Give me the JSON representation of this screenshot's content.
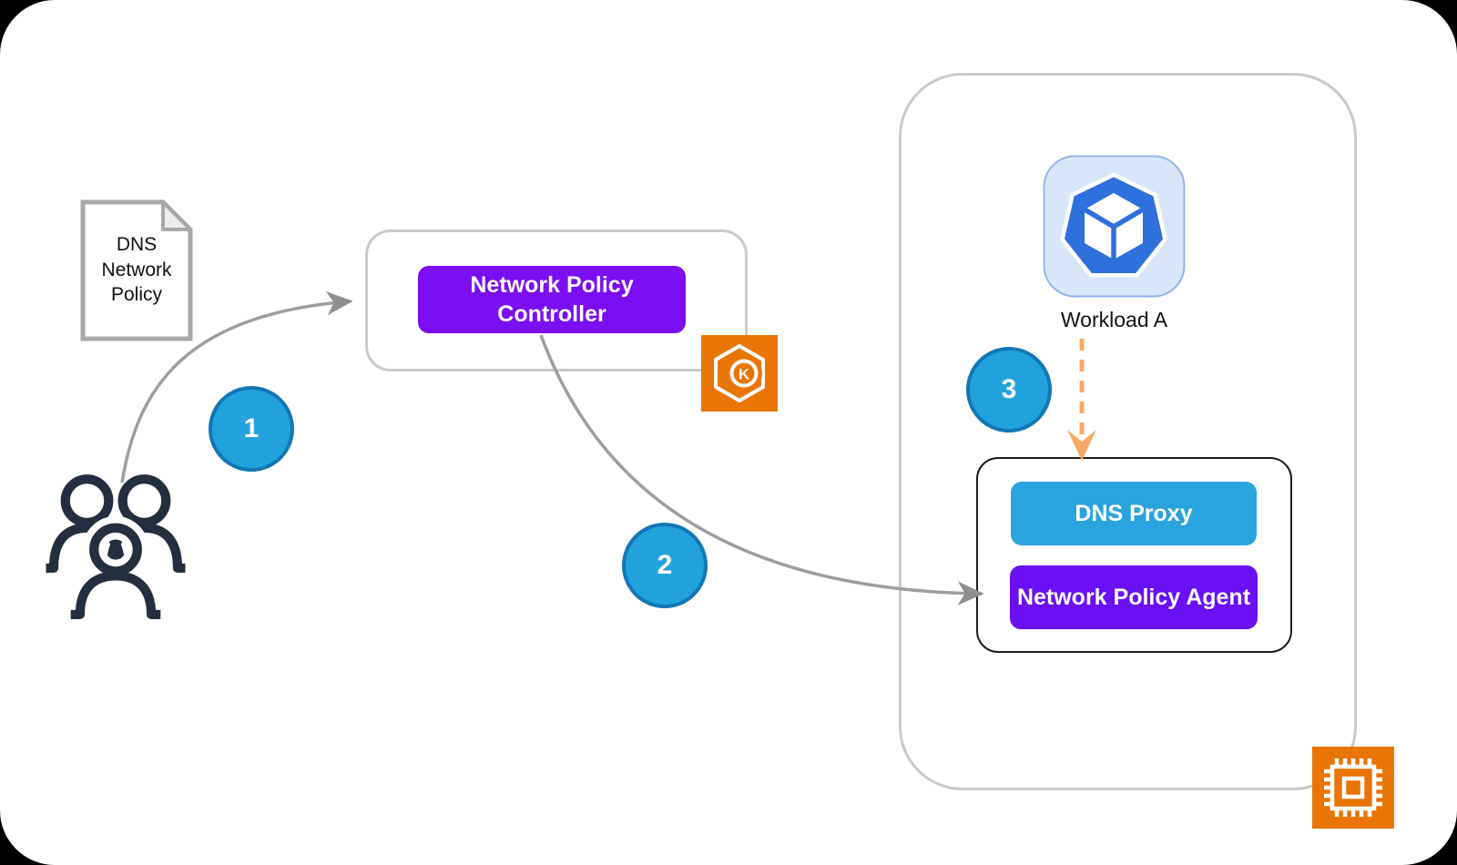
{
  "title": "DNS network policy flow diagram",
  "colors": {
    "group-border": "#c9c9c9",
    "pod-border": "#1d1d1d",
    "doc-border": "#a8a8a8",
    "doc-fold": "#ededed",
    "purple-controller": "#7b0ef2",
    "purple-agent": "#6b0ff5",
    "blue-proxy": "#2aa4de",
    "step-fill": "#22a2dc",
    "step-border": "#1277b5",
    "aws-orange": "#e97506",
    "dashed-orange": "#f8a765",
    "arrow-gray": "#9e9e9e",
    "arrowhead-gray": "#8f8f8f",
    "people-navy": "#232f3e",
    "workload-tile-bg": "#d9e6f9",
    "workload-tile-border": "#94b3e8",
    "workload-blue": "#2e70dc"
  },
  "nodes": {
    "policy_document": {
      "label": "DNS\nNetwork\nPolicy"
    },
    "controller": {
      "label": "Network Policy\nController"
    },
    "workload": {
      "label": "Workload A"
    },
    "dns_proxy": {
      "label": "DNS Proxy"
    },
    "network_policy_agent": {
      "label": "Network Policy Agent"
    }
  },
  "steps": [
    {
      "number": "1"
    },
    {
      "number": "2"
    },
    {
      "number": "3"
    }
  ],
  "icons": {
    "eks": "amazon-eks-kubernetes-icon",
    "eks_letter": "K",
    "chip": "compute-instance-chip-icon",
    "users": "users-group-icon",
    "workload": "kubernetes-pod-cube-icon",
    "document": "policy-document-icon"
  }
}
